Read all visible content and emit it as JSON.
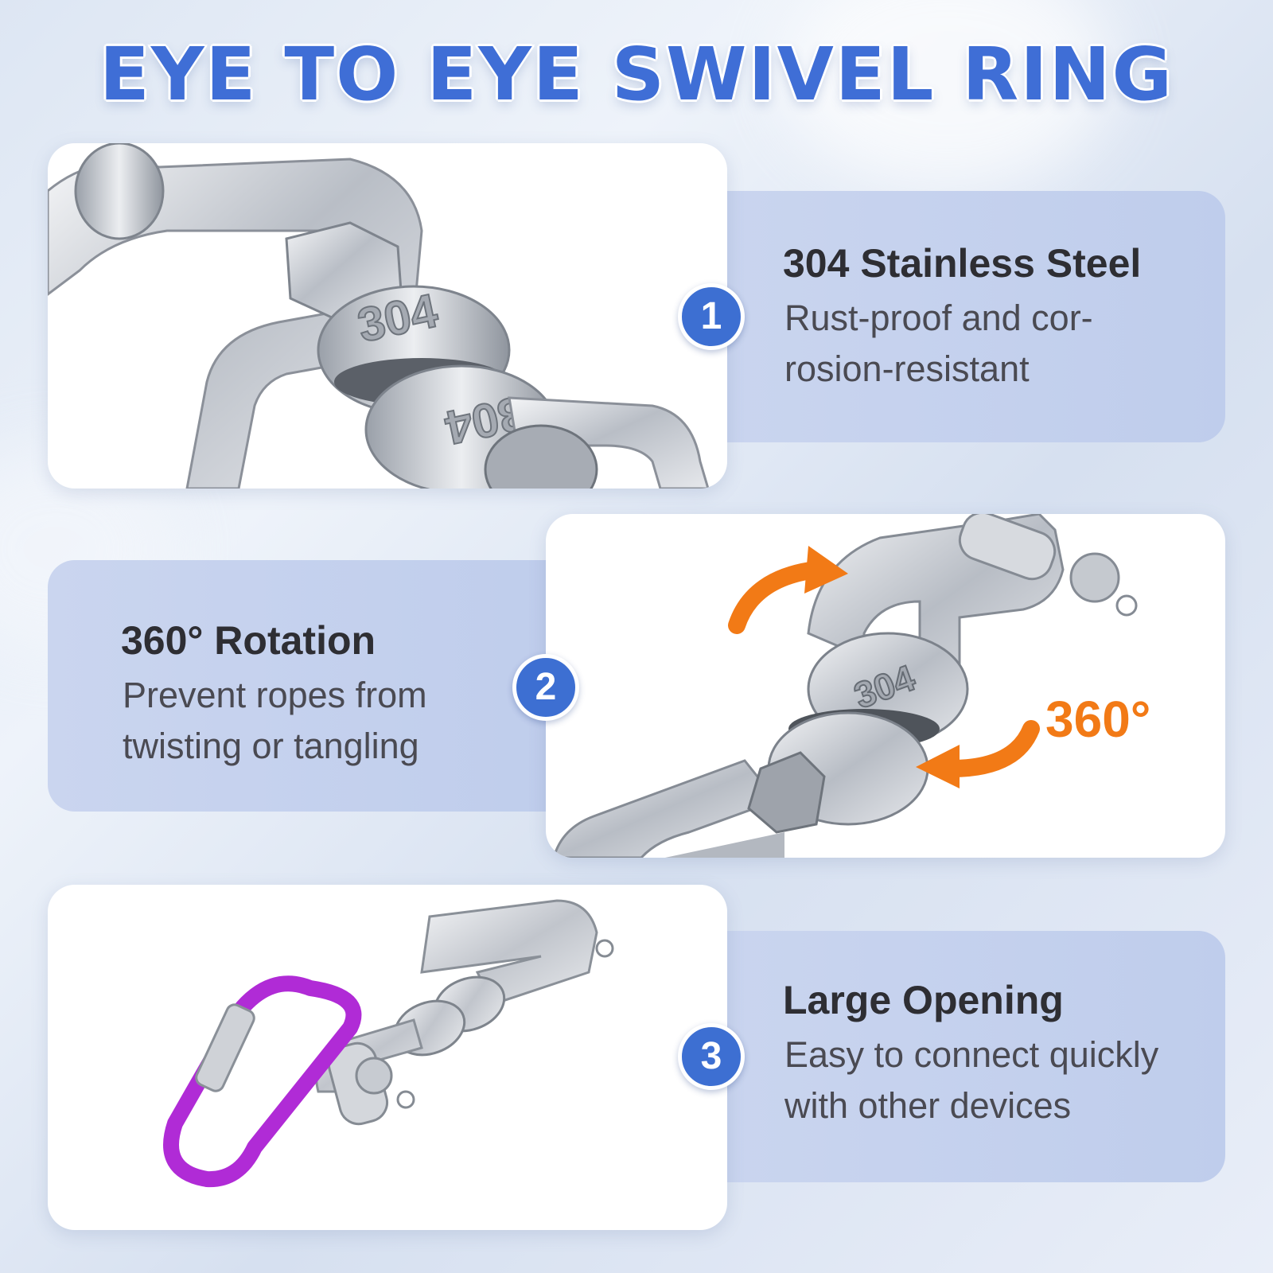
{
  "title": "EYE TO EYE SWIVEL RING",
  "features": [
    {
      "number": "1",
      "title": "304 Stainless Steel",
      "desc_line1": "Rust-proof and cor-",
      "desc_line2": "rosion-resistant"
    },
    {
      "number": "2",
      "title": "360° Rotation",
      "desc_line1": "Prevent ropes from",
      "desc_line2": "twisting or tangling"
    },
    {
      "number": "3",
      "title": "Large Opening",
      "desc_line1": "Easy to connect quickly",
      "desc_line2": "with other devices"
    }
  ],
  "images": {
    "swivel_marking": "304",
    "rotation_label": "360°"
  },
  "colors": {
    "accent_blue": "#3d6fd2",
    "arrow_orange": "#f27a16",
    "carabiner_purple": "#b02bd6",
    "steel": "#c9cdd3"
  }
}
